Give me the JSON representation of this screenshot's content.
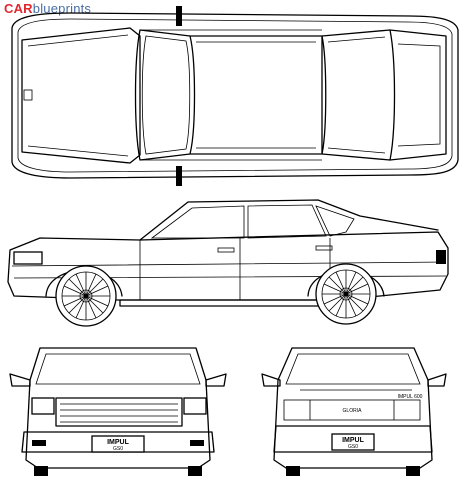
{
  "watermark": {
    "brand": "CAR",
    "rest": "blueprints"
  },
  "badges": {
    "front_plate_line1": "IMPUL",
    "front_plate_line2": "GS0",
    "rear_plate_line1": "IMPUL",
    "rear_plate_line2": "GS0",
    "rear_model": "GLORIA",
    "rear_tuner": "IMPUL 600"
  },
  "colors": {
    "brand_red": "#e0282f",
    "brand_blue": "#4a6fa5",
    "line": "#000000"
  }
}
